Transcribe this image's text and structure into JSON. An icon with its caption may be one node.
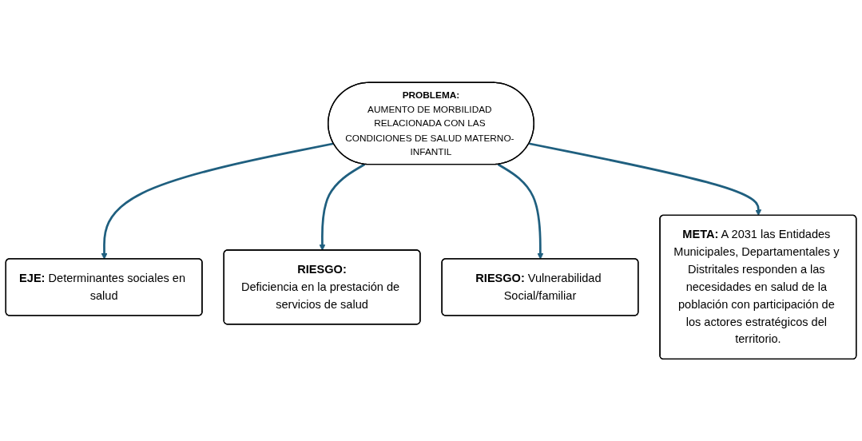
{
  "diagram": {
    "nodes": [
      {
        "text": [
          "**EJE:** Determinantes sociales en salud"
        ]
      },
      {
        "text": [
          "RIESGO:",
          "Deficiencia en la prestación de servicios de salud"
        ]
      },
      {
        "text": [
          "PROBLEMA:",
          "AUMENTO DE MORBILIDAD RELACIONADA CON LAS CONDICIONES DE SALUD MATERNO- INFANTIL"
        ]
      },
      {
        "text": [
          "**RIESGO:** Vulnerabilidad Social/familiar"
        ]
      },
      {
        "text": [
          "**META:** A 2031 las Entidades Municipales, Departamentales y Distritales responden a las necesidades en salud de la población con participación de los actores estratégicos del territorio."
        ]
      }
    ],
    "edges": [
      {
        "from": 2,
        "to": 0,
        "arrow": "to"
      },
      {
        "from": 2,
        "to": 1,
        "arrow": "to"
      },
      {
        "from": 2,
        "to": 3,
        "arrow": "to"
      },
      {
        "from": 2,
        "to": 4,
        "arrow": "to"
      }
    ]
  }
}
